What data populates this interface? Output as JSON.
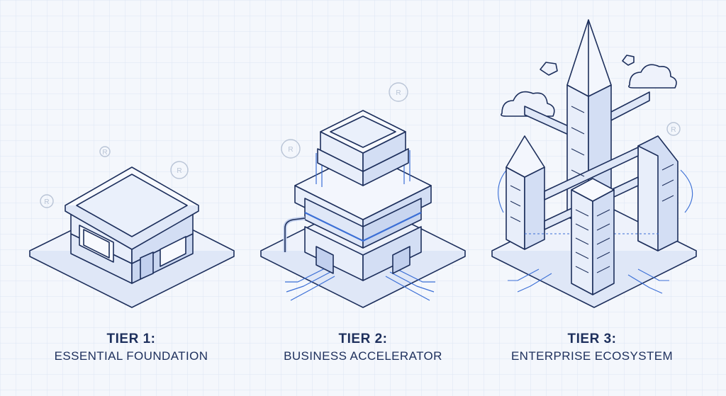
{
  "tiers": [
    {
      "tier": "TIER 1:",
      "name": "ESSENTIAL FOUNDATION",
      "illustration": "single-story-building"
    },
    {
      "tier": "TIER 2:",
      "name": "BUSINESS ACCELERATOR",
      "illustration": "mid-rise-building-with-pipes"
    },
    {
      "tier": "TIER 3:",
      "name": "ENTERPRISE ECOSYSTEM",
      "illustration": "tower-complex-with-clouds"
    }
  ],
  "decorations": {
    "badge_symbol": "R"
  },
  "colors": {
    "background": "#f4f7fc",
    "line": "#1d2f5c",
    "accent": "#3b6fd6",
    "fill": "#e8eefa",
    "grid": "#dde6f3"
  }
}
